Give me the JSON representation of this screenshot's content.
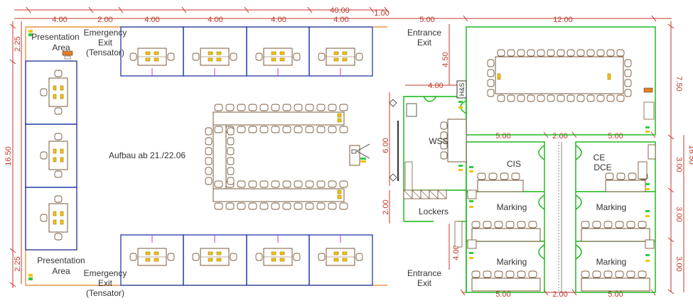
{
  "dimensions": {
    "top": [
      "4.00",
      "2.00",
      "4.00",
      "4.00",
      "4.00",
      "4.00"
    ],
    "total_width": "40.00",
    "gap": "1.00",
    "entrance_width": "5.00",
    "meeting_width": "12.00",
    "left_top": "2.25",
    "left_height": "16.50",
    "left_bottom": "2.25",
    "right_top": "7.50",
    "right_height": "16.50",
    "right_rows": [
      "3.00",
      "3.00",
      "3.00"
    ],
    "rooms_top": [
      "5.00",
      "2.00",
      "5.00"
    ],
    "rooms_bottom": [
      "5.00",
      "2.00",
      "5.00"
    ],
    "meeting_height": "4.50",
    "wss_width": "4.00",
    "wss_height": "6.00",
    "lockers_height": "2.00",
    "lockers_lower": "4.00"
  },
  "labels": {
    "presentation_area_top": [
      "Presentation",
      "Area"
    ],
    "presentation_area_bottom": [
      "Presentation",
      "Area"
    ],
    "emergency_exit_top": [
      "Emergency",
      "Exit",
      "(Tensator)"
    ],
    "emergency_exit_bottom": [
      "Emergency",
      "Exit",
      "(Tensator)"
    ],
    "entrance_exit_top": [
      "Entrance",
      "Exit"
    ],
    "entrance_exit_bottom": [
      "Entrance",
      "Exit"
    ],
    "build_note": "Aufbau ab 21./22.06",
    "hs": "H&S",
    "wss": "WSS",
    "cis": "CIS",
    "ce": "CE",
    "dce": "DCE",
    "lockers": "Lockers",
    "marking": [
      "Marking",
      "Marking",
      "Marking",
      "Marking"
    ]
  },
  "colors": {
    "dimension": "#c0392b",
    "perimeter": "#e67e22",
    "booths": "#1f3aa8",
    "rooms": "#12b312",
    "furniture": "#7a5a3a"
  }
}
